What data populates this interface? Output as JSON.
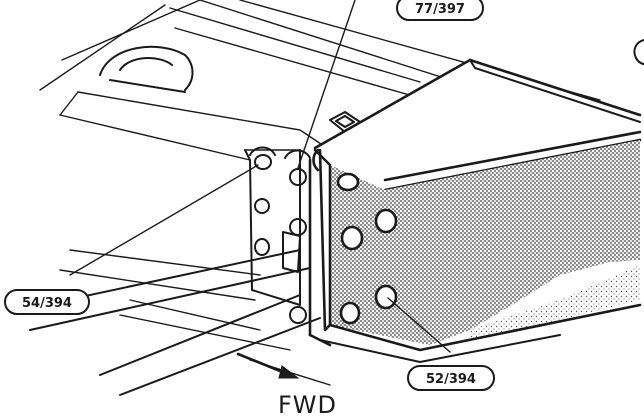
{
  "callouts": {
    "top": "77/397",
    "left": "54/394",
    "bottom": "52/394"
  },
  "direction": {
    "label": "FWD"
  }
}
